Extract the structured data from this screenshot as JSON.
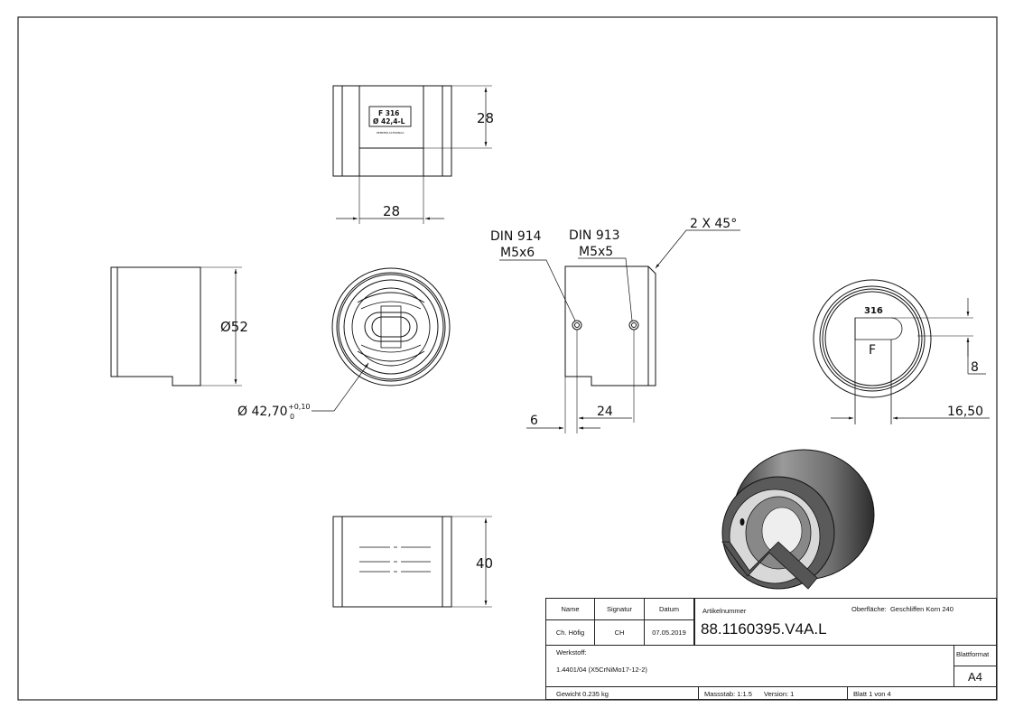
{
  "dimensions": {
    "top_height": "28",
    "top_width": "28",
    "side_diameter": "Ø52",
    "bore": "Ø 42,70",
    "bore_tol_upper": "+0,10",
    "bore_tol_lower": "0",
    "bottom_height": "40",
    "din914_a": "DIN 914",
    "din914_b": "M5x6",
    "din913_a": "DIN 913",
    "din913_b": "M5x5",
    "chamfer": "2 X 45°",
    "dim_6": "6",
    "dim_24": "24",
    "dim_8": "8",
    "dim_1650": "16,50"
  },
  "marks": {
    "label_line1": "F 316",
    "label_line2": "Ø 42,4-L",
    "label_small": "PEMMER-SCHWINGA",
    "end_316": "316",
    "end_f": "F"
  },
  "title_block": {
    "h_name": "Name",
    "h_signatur": "Signatur",
    "h_datum": "Datum",
    "h_artikel": "Artikelnummer",
    "h_oberflaeche": "Oberfläche:",
    "oberflaeche_value": "Geschliffen Korn 240",
    "name": "Ch. Höfig",
    "signatur": "CH",
    "datum": "07.05.2019",
    "artikelnummer": "88.1160395.V4A.L",
    "werkstoff_label": "Werkstoff:",
    "werkstoff": "1.4401/04 (X5CrNiMo17-12-2)",
    "blattformat_label": "Blattformat",
    "blattformat": "A4",
    "gewicht": "Gewicht 0.235 kg",
    "massstab": "Massstab: 1:1.5",
    "version": "Version: 1",
    "blatt": "Blatt 1 von 4"
  }
}
